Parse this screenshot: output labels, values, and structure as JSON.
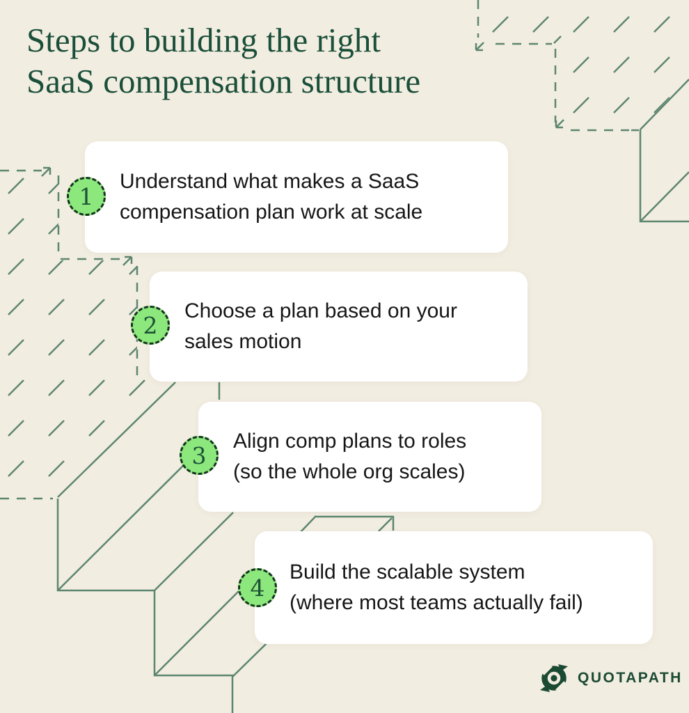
{
  "title": {
    "line1": "Steps to building the right",
    "line2": "SaaS compensation structure"
  },
  "steps": [
    {
      "number": "1",
      "line1": "Understand what makes a SaaS",
      "line2": "compensation plan work at scale"
    },
    {
      "number": "2",
      "line1": "Choose a plan based on your",
      "line2": "sales motion"
    },
    {
      "number": "3",
      "line1": "Align comp plans to roles",
      "line2": "(so the whole org scales)"
    },
    {
      "number": "4",
      "line1": "Build the scalable system",
      "line2": "(where most teams actually fail)"
    }
  ],
  "logo": {
    "text": "QUOTAPATH"
  },
  "colors": {
    "background": "#f2ede1",
    "decor_line_green": "#5c8670",
    "title_green": "#1a4f3a",
    "card_white": "#ffffff",
    "badge_fill_green": "#8ce87c",
    "badge_border": "#16321f",
    "badge_number_green": "#1d5138",
    "body_text": "#161616",
    "logo_green": "#1b4a33"
  }
}
